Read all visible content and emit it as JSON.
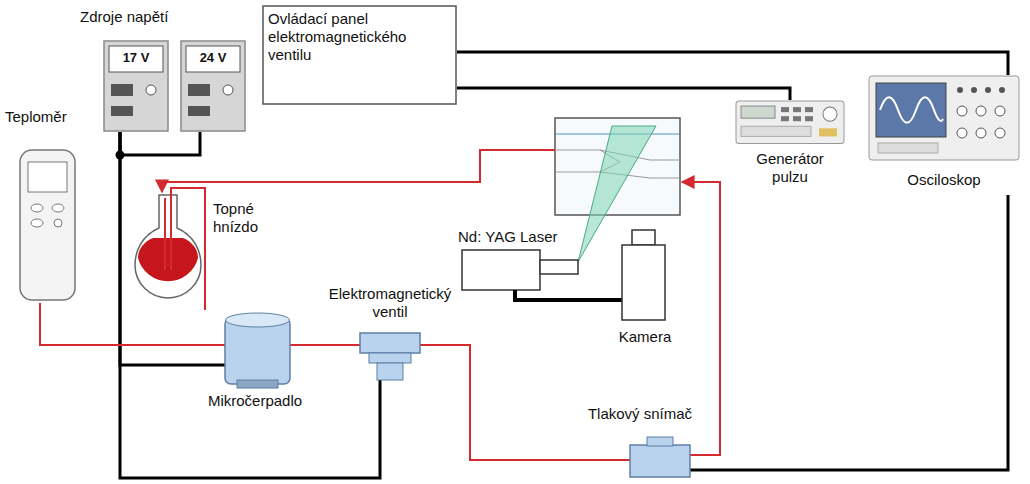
{
  "diagram": {
    "nodes": [
      {
        "text": [
          "17 V"
        ]
      },
      {
        "text": [
          "24 V"
        ]
      },
      {
        "text": [
          "Ovládací panel elektromagnetického ventilu"
        ]
      },
      {
        "text": [
          "Generátor pulzu"
        ]
      },
      {
        "text": [
          "Osciloskop"
        ]
      },
      {
        "text": [
          "Teploměr"
        ]
      },
      {
        "text": [
          "Topné hnízdo"
        ]
      },
      {
        "text": [
          "Mikročerpadlo"
        ]
      },
      {
        "text": [
          "Elektromagnetický ventil"
        ]
      },
      {
        "text": [
          "Nd: YAG Laser"
        ]
      },
      {
        "text": [
          "Kamera"
        ]
      },
      {
        "text": [
          "Tlakový snímač"
        ]
      }
    ],
    "edges": [
      {
        "from": 1,
        "to": 0,
        "arrow": "none"
      },
      {
        "from": 0,
        "to": 7,
        "arrow": "none"
      },
      {
        "from": 0,
        "to": 8,
        "arrow": "none"
      },
      {
        "from": 2,
        "to": 3,
        "arrow": "none"
      },
      {
        "from": 2,
        "to": 4,
        "arrow": "none"
      },
      {
        "from": 11,
        "to": 4,
        "arrow": "none"
      },
      {
        "from": 9,
        "to": 10,
        "arrow": "none"
      },
      {
        "from": 5,
        "to": 7,
        "arrow": "none"
      },
      {
        "from": 6,
        "to": 7,
        "arrow": "none"
      },
      {
        "from": 7,
        "to": 8,
        "arrow": "none"
      },
      {
        "from": 8,
        "to": 11,
        "arrow": "none"
      }
    ],
    "labels": [
      "Zdroje napětí"
    ]
  }
}
